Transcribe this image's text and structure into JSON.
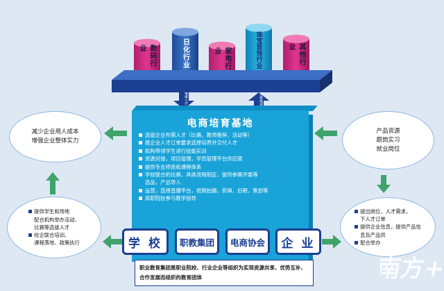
{
  "industries": [
    {
      "label": "数码行业",
      "color": "#e0358e"
    },
    {
      "label": "日化行业",
      "color": "#2e62b8"
    },
    {
      "label": "家电行业",
      "color": "#e0358e"
    },
    {
      "label": "珠宝首饰行业",
      "color": "#17a3d4"
    },
    {
      "label": "其他行业",
      "color": "#e0358e"
    }
  ],
  "arrow_labels": {
    "left": "输送人才",
    "right": "订单需求"
  },
  "center": {
    "title": "电商培育基地",
    "items": [
      {
        "text": "选拔企业所需人才（比赛、教师推荐、活动等）",
        "bullet": true
      },
      {
        "text": "按企业人才订单要求选择培养并交付人才",
        "bullet": true
      },
      {
        "text": "机构带领学生进行技能实训",
        "bullet": true
      },
      {
        "text": "资源对接，项目管理，学员管理平台供应链",
        "bullet": true
      },
      {
        "text": "提供专业师资和课程体系",
        "bullet": true
      },
      {
        "text": "学校联合的比赛，具体流程制定，提供参赛评委等",
        "bullet": true
      },
      {
        "text": "选品，产品导入",
        "bullet": false
      },
      {
        "text": "运营，选择直播平台，视频拍摄，剪辑，后期，策划等",
        "bullet": true
      },
      {
        "text": "高职院校参与教学指导",
        "bullet": true
      }
    ]
  },
  "left_top": {
    "text": "减少企业用人成本\n增强企业整体实力"
  },
  "right_top": {
    "text": "产品资源\n跟岗实习\n就业岗位"
  },
  "left_bottom": {
    "items": [
      {
        "text": "提供学生和场地",
        "bullet": true
      },
      {
        "text": "配合机构举办活动、",
        "bullet": false
      },
      {
        "text": "比赛等选拔人才",
        "bullet": false
      },
      {
        "text": "校企联合培训、",
        "bullet": true
      },
      {
        "text": "课程落地、政策执行",
        "bullet": false
      }
    ]
  },
  "right_bottom": {
    "items": [
      {
        "text": "提出岗位，人才需求，",
        "bullet": true
      },
      {
        "text": "下人才订单",
        "bullet": false
      },
      {
        "text": "提供企业信息，提供产品信",
        "bullet": true
      },
      {
        "text": "息及产品供",
        "bullet": false
      },
      {
        "text": "配合举办",
        "bullet": true
      }
    ]
  },
  "parties": {
    "school": "学 校",
    "vocational_group": "职教集团",
    "ecommerce_association": "电商协会",
    "enterprise": "企 业"
  },
  "caption": "职业教育集团是职业院校、行业企业等组织为实现资源共享、优势互补、合作发展而组织的教育团体",
  "watermark": "南方+",
  "colors": {
    "navy": "#1b3f91",
    "cyan": "#1aa3d8",
    "green_arrow": "#3fa36b",
    "magenta": "#e0358e"
  }
}
